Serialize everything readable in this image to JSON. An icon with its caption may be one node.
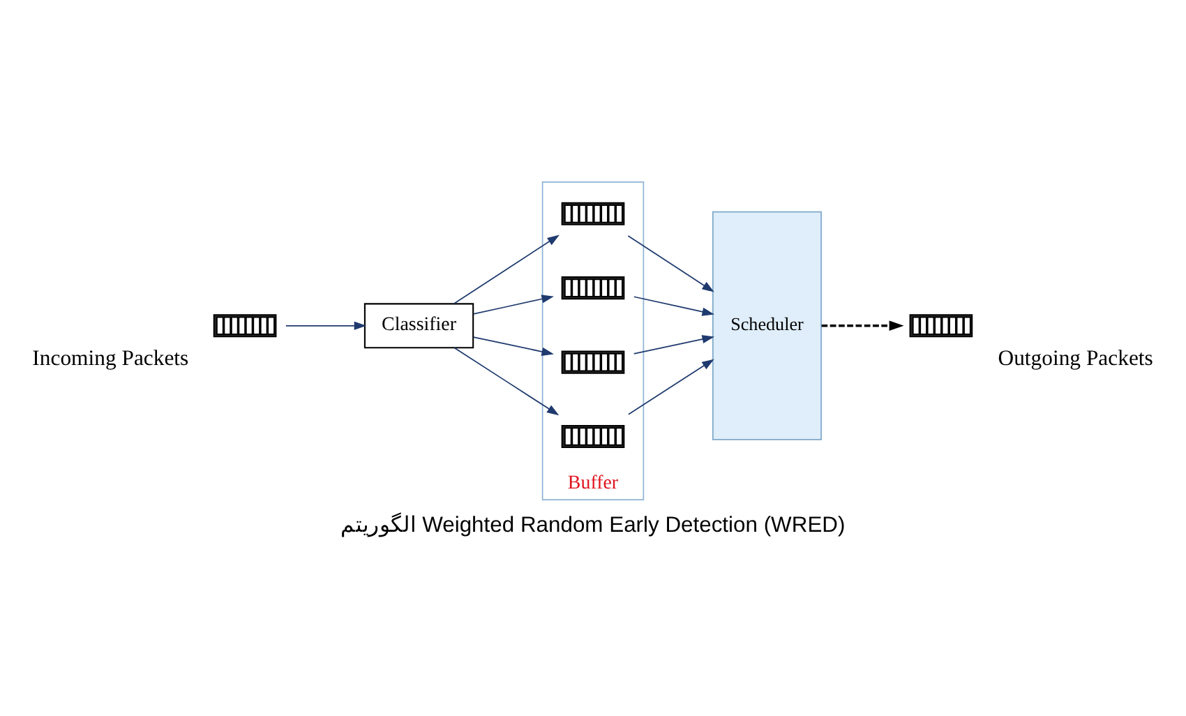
{
  "diagram": {
    "caption": "الگوریتم Weighted Random Early Detection (WRED)",
    "nodes": [
      {
        "text": [],
        "shape": "bar",
        "beside": [
          "Incoming Packets"
        ]
      },
      {
        "text": [
          "Classifier"
        ]
      },
      {
        "text": [
          "Buffer"
        ]
      },
      {
        "text": [],
        "shape": "bar",
        "in": 2
      },
      {
        "text": [],
        "shape": "bar",
        "in": 2
      },
      {
        "text": [],
        "shape": "bar",
        "in": 2
      },
      {
        "text": [],
        "shape": "bar",
        "in": 2
      },
      {
        "text": [
          "Scheduler"
        ]
      },
      {
        "text": [],
        "shape": "bar",
        "beside": [
          "Outgoing Packets"
        ]
      }
    ],
    "edges": [
      {
        "from": 0,
        "to": 1,
        "arrow": "to"
      },
      {
        "from": 1,
        "to": 3,
        "arrow": "to"
      },
      {
        "from": 1,
        "to": 4,
        "arrow": "to"
      },
      {
        "from": 1,
        "to": 5,
        "arrow": "to"
      },
      {
        "from": 1,
        "to": 6,
        "arrow": "to"
      },
      {
        "from": 3,
        "to": 7,
        "arrow": "to"
      },
      {
        "from": 4,
        "to": 7,
        "arrow": "to"
      },
      {
        "from": 5,
        "to": 7,
        "arrow": "to"
      },
      {
        "from": 6,
        "to": 7,
        "arrow": "to"
      },
      {
        "from": 7,
        "to": 8,
        "arrow": "to",
        "style": "dashed",
        "color": "#000000"
      }
    ]
  }
}
